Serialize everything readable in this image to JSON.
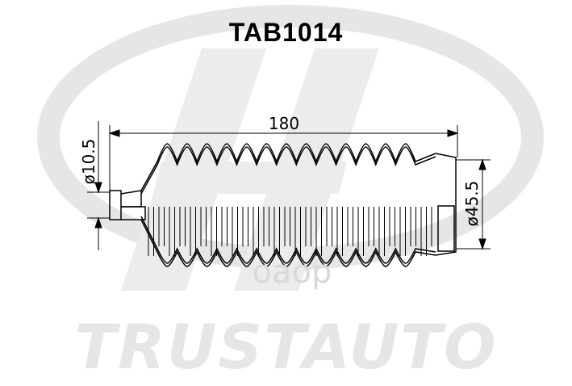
{
  "title": "TAB1014",
  "brand": "TRUSTAUTO",
  "watermark": "oaop",
  "dimensions": {
    "length": "180",
    "small_diameter": "ø10.5",
    "large_diameter": "ø45.5"
  },
  "colors": {
    "line": "#000000",
    "watermark": "#e6e6e6"
  }
}
